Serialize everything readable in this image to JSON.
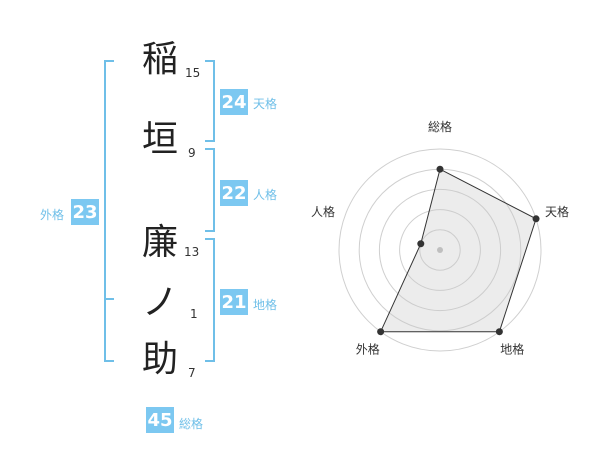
{
  "name_chars": [
    {
      "char": "稲",
      "strokes": "15"
    },
    {
      "char": "垣",
      "strokes": "9"
    },
    {
      "char": "廉",
      "strokes": "13"
    },
    {
      "char": "ノ",
      "strokes": "1"
    },
    {
      "char": "助",
      "strokes": "7"
    }
  ],
  "fortunes": {
    "tenkaku": {
      "value": "24",
      "label": "天格"
    },
    "jinkaku": {
      "value": "22",
      "label": "人格"
    },
    "chikaku": {
      "value": "21",
      "label": "地格"
    },
    "gaikaku": {
      "value": "23",
      "label": "外格"
    },
    "soukaku": {
      "value": "45",
      "label": "総格"
    }
  },
  "colors": {
    "accent": "#7cc8f1",
    "accent_text": "#6fbfe8"
  },
  "chart_data": {
    "type": "radar",
    "axes": [
      "総格",
      "天格",
      "地格",
      "外格",
      "人格"
    ],
    "values": [
      4,
      5,
      5,
      5,
      1
    ],
    "max": 5
  }
}
